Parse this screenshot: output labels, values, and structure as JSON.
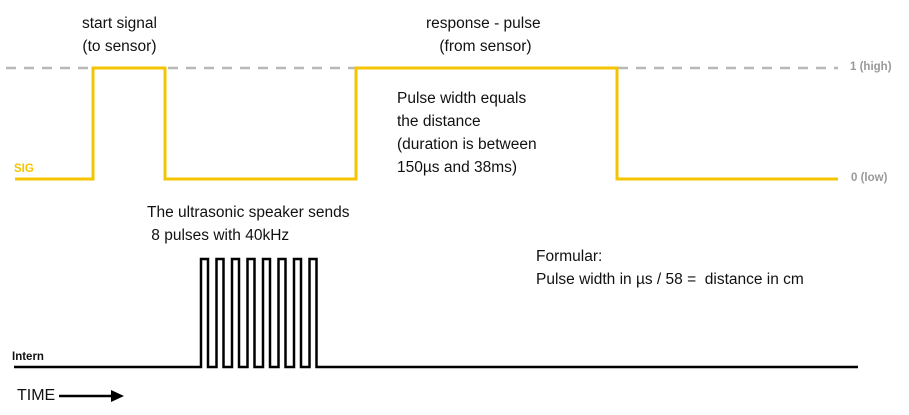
{
  "colors": {
    "signal": "#f5c400",
    "reference": "#b8b8b8",
    "intern": "#000000",
    "text": "#111111",
    "level_label": "#999999"
  },
  "labels": {
    "start_signal": "start signal\n(to sensor)",
    "response_pulse": "response - pulse\n (from sensor)",
    "pulse_width": "Pulse width equals\nthe distance\n(duration is between\n150µs and 38ms)",
    "ultrasonic": "The ultrasonic speaker sends\n 8 pulses with 40kHz",
    "formula": "Formular:\nPulse width in µs / 58 =  distance in cm",
    "sig": "SIG",
    "intern": "Intern",
    "high": "1 (high)",
    "low": "0 (low)",
    "time": "TIME"
  },
  "signals": {
    "sig_levels": [
      0,
      1,
      0,
      1,
      0
    ],
    "burst_pulse_count": 8
  },
  "icons": {
    "time_arrow": "arrow-right-icon"
  }
}
